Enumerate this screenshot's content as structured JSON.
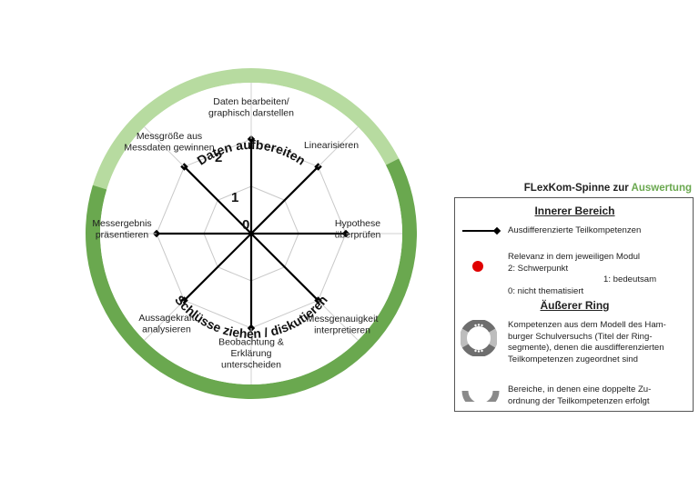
{
  "ring": {
    "top_title": "Daten aufbereiten",
    "bottom_title": "Schlüsse ziehen / diskutieren",
    "colors": {
      "light": "#b7dba0",
      "dark": "#6aa84f",
      "white": "#ffffff"
    }
  },
  "scale_labels": [
    "0",
    "1",
    "2"
  ],
  "chart_data": {
    "type": "radar",
    "axes": [
      "Daten bearbeiten/ graphisch darstellen",
      "Linearisieren",
      "Hypothese überprüfen",
      "Messgenauigkeit interpretieren",
      "Beobachtung & Erklärung unterscheiden",
      "Aussagekraft analysieren",
      "Messergebnis präsentieren",
      "Messgröße aus Messdaten gewinnen"
    ],
    "values": [
      2,
      2,
      2,
      2,
      2,
      2,
      2,
      2
    ],
    "rmax": 2
  },
  "axis_labels": [
    [
      "Daten bearbeiten/",
      "graphisch darstellen"
    ],
    [
      "Linearisieren"
    ],
    [
      "Hypothese",
      "überprüfen"
    ],
    [
      "Messgenauigkeit",
      "interpretieren"
    ],
    [
      "Beobachtung &",
      "Erklärung",
      "unterscheiden"
    ],
    [
      "Aussagekraft",
      "analysieren"
    ],
    [
      "Messergebnis",
      "präsentieren"
    ],
    [
      "Messgröße aus",
      "Messdaten gewinnen"
    ]
  ],
  "legend": {
    "title_prefix": "FLexKom-Spinne zur ",
    "title_accent": "Auswertung",
    "inner_heading": "Innerer Bereich",
    "line_text": "Ausdifferenzierte Teilkompetenzen",
    "relevance_lines": [
      "Relevanz in dem jeweiligen Modul",
      "2: Schwerpunkt",
      "1: bedeutsam",
      "0: nicht thematisiert"
    ],
    "outer_heading": "Äußerer Ring",
    "ring_text": [
      "Kompetenzen aus dem Modell des Ham-",
      "burger Schulversuchs (Titel der Ring-",
      "segmente), denen die ausdifferenzierten",
      "Teilkompetenzen zugeordnet sind"
    ],
    "double_text": [
      "Bereiche, in denen eine doppelte Zu-",
      "ordnung der Teilkompetenzen erfolgt"
    ],
    "dot_color": "#e00000"
  }
}
